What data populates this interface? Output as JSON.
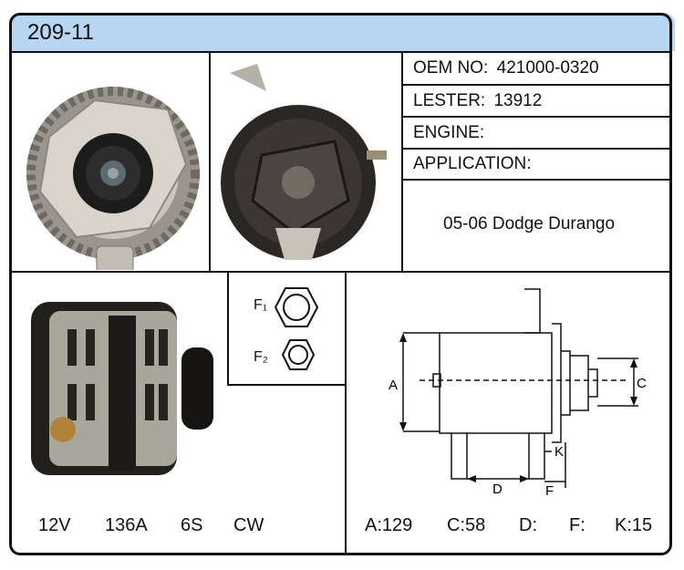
{
  "header": {
    "part_number": "209-11"
  },
  "info": {
    "oem_label": "OEM NO:",
    "oem_value": "421000-0320",
    "lester_label": "LESTER:",
    "lester_value": "13912",
    "engine_label": "ENGINE:",
    "engine_value": "",
    "application_label": "APPLICATION:",
    "application_value": "05-06 Dodge Durango"
  },
  "pulley": {
    "f1_label": "F₁",
    "f2_label": "F₂"
  },
  "specs": {
    "voltage": "12V",
    "amperage": "136A",
    "pulley": "6S",
    "rotation": "CW"
  },
  "dimensions": {
    "a": "A:129",
    "c": "C:58",
    "d": "D:",
    "f": "F:",
    "k": "K:15",
    "diagram_labels": {
      "a": "A",
      "c": "C",
      "d": "D",
      "f": "F",
      "k": "K"
    }
  }
}
